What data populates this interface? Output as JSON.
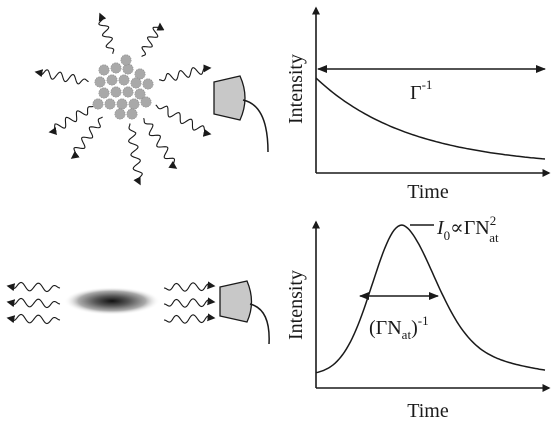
{
  "colors": {
    "ink": "#1a1a1a",
    "atom_fill": "#a9a9a9",
    "detector_fill": "#c8c8c8"
  },
  "top_panel": {
    "ylabel": "Intensity",
    "xlabel": "Time",
    "width_label": "Γ",
    "width_label_exp": "-1"
  },
  "bottom_panel": {
    "ylabel": "Intensity",
    "xlabel": "Time",
    "peak_label_I": "I",
    "peak_label_I_sub": "0",
    "peak_label_rel": "∝ΓN",
    "peak_label_sup": "2",
    "peak_label_sub": "at",
    "width_label_open": "(ΓN",
    "width_label_sub": "at",
    "width_label_close": ")",
    "width_label_exp": "-1"
  },
  "icons": [
    "atom-cloud-icon",
    "photon-wave-icon",
    "detector-icon",
    "elongated-cloud-icon"
  ]
}
